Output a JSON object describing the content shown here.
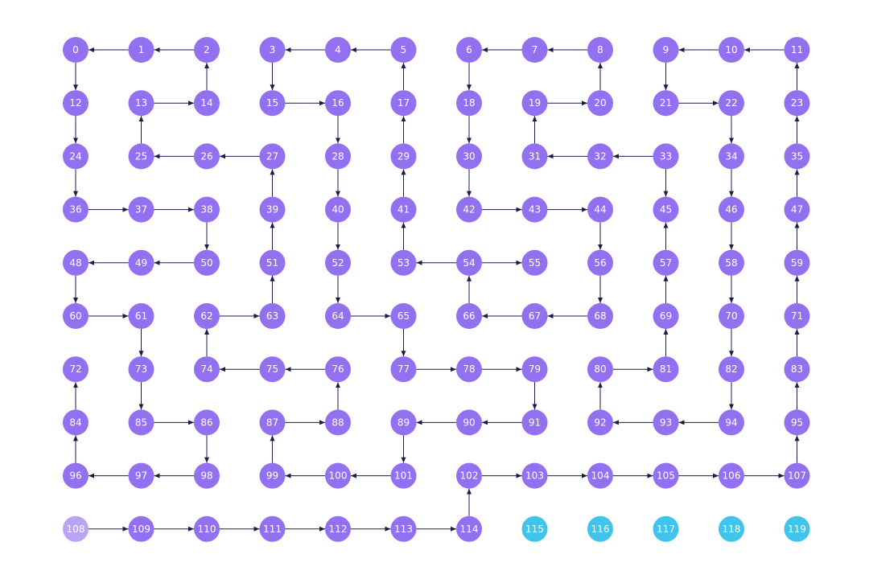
{
  "diagram": {
    "type": "directed-grid-graph",
    "grid": {
      "columns": 12,
      "rows": 10
    },
    "colors": {
      "node": "#9370f0",
      "node_highlight": "#b9a3f2",
      "node_secondary": "#40c4ec",
      "edge": "#1f1a4a",
      "label": "#ffffff",
      "background": "#ffffff"
    },
    "node_labels": [
      "0",
      "1",
      "2",
      "3",
      "4",
      "5",
      "6",
      "7",
      "8",
      "9",
      "10",
      "11",
      "12",
      "13",
      "14",
      "15",
      "16",
      "17",
      "18",
      "19",
      "20",
      "21",
      "22",
      "23",
      "24",
      "25",
      "26",
      "27",
      "28",
      "29",
      "30",
      "31",
      "32",
      "33",
      "34",
      "35",
      "36",
      "37",
      "38",
      "39",
      "40",
      "41",
      "42",
      "43",
      "44",
      "45",
      "46",
      "47",
      "48",
      "49",
      "50",
      "51",
      "52",
      "53",
      "54",
      "55",
      "56",
      "57",
      "58",
      "59",
      "60",
      "61",
      "62",
      "63",
      "64",
      "65",
      "66",
      "67",
      "68",
      "69",
      "70",
      "71",
      "72",
      "73",
      "74",
      "75",
      "76",
      "77",
      "78",
      "79",
      "80",
      "81",
      "82",
      "83",
      "84",
      "85",
      "86",
      "87",
      "88",
      "89",
      "90",
      "91",
      "92",
      "93",
      "94",
      "95",
      "96",
      "97",
      "98",
      "99",
      "100",
      "101",
      "102",
      "103",
      "104",
      "105",
      "106",
      "107",
      "108",
      "109",
      "110",
      "111",
      "112",
      "113",
      "114",
      "115",
      "116",
      "117",
      "118",
      "119"
    ],
    "highlight_nodes": [
      108
    ],
    "secondary_nodes": [
      115,
      116,
      117,
      118,
      119
    ],
    "edges": [
      [
        1,
        0
      ],
      [
        2,
        1
      ],
      [
        4,
        3
      ],
      [
        5,
        4
      ],
      [
        7,
        6
      ],
      [
        8,
        7
      ],
      [
        10,
        9
      ],
      [
        11,
        10
      ],
      [
        0,
        12
      ],
      [
        14,
        2
      ],
      [
        3,
        15
      ],
      [
        17,
        5
      ],
      [
        6,
        18
      ],
      [
        20,
        8
      ],
      [
        9,
        21
      ],
      [
        23,
        11
      ],
      [
        13,
        14
      ],
      [
        15,
        16
      ],
      [
        19,
        20
      ],
      [
        21,
        22
      ],
      [
        12,
        24
      ],
      [
        25,
        13
      ],
      [
        16,
        28
      ],
      [
        29,
        17
      ],
      [
        18,
        30
      ],
      [
        31,
        19
      ],
      [
        33,
        45
      ],
      [
        22,
        34
      ],
      [
        35,
        23
      ],
      [
        26,
        25
      ],
      [
        27,
        26
      ],
      [
        32,
        31
      ],
      [
        33,
        32
      ],
      [
        24,
        36
      ],
      [
        39,
        27
      ],
      [
        28,
        40
      ],
      [
        41,
        29
      ],
      [
        30,
        42
      ],
      [
        34,
        46
      ],
      [
        47,
        35
      ],
      [
        36,
        37
      ],
      [
        37,
        38
      ],
      [
        42,
        43
      ],
      [
        43,
        44
      ],
      [
        38,
        50
      ],
      [
        51,
        39
      ],
      [
        40,
        52
      ],
      [
        53,
        41
      ],
      [
        44,
        56
      ],
      [
        57,
        45
      ],
      [
        46,
        58
      ],
      [
        59,
        47
      ],
      [
        49,
        48
      ],
      [
        50,
        49
      ],
      [
        54,
        53
      ],
      [
        54,
        55
      ],
      [
        48,
        60
      ],
      [
        63,
        51
      ],
      [
        52,
        64
      ],
      [
        66,
        54
      ],
      [
        56,
        68
      ],
      [
        69,
        57
      ],
      [
        58,
        70
      ],
      [
        71,
        59
      ],
      [
        60,
        61
      ],
      [
        62,
        63
      ],
      [
        64,
        65
      ],
      [
        67,
        66
      ],
      [
        68,
        67
      ],
      [
        61,
        73
      ],
      [
        74,
        62
      ],
      [
        65,
        77
      ],
      [
        81,
        69
      ],
      [
        70,
        82
      ],
      [
        83,
        71
      ],
      [
        76,
        75
      ],
      [
        75,
        74
      ],
      [
        77,
        78
      ],
      [
        78,
        79
      ],
      [
        80,
        81
      ],
      [
        96,
        84
      ],
      [
        84,
        72
      ],
      [
        73,
        85
      ],
      [
        88,
        76
      ],
      [
        79,
        91
      ],
      [
        92,
        80
      ],
      [
        82,
        94
      ],
      [
        95,
        83
      ],
      [
        85,
        86
      ],
      [
        87,
        88
      ],
      [
        90,
        89
      ],
      [
        91,
        90
      ],
      [
        93,
        92
      ],
      [
        94,
        93
      ],
      [
        86,
        98
      ],
      [
        99,
        87
      ],
      [
        89,
        101
      ],
      [
        107,
        95
      ],
      [
        97,
        96
      ],
      [
        98,
        97
      ],
      [
        100,
        99
      ],
      [
        101,
        100
      ],
      [
        102,
        103
      ],
      [
        103,
        104
      ],
      [
        104,
        105
      ],
      [
        105,
        106
      ],
      [
        106,
        107
      ],
      [
        114,
        102
      ],
      [
        108,
        109
      ],
      [
        109,
        110
      ],
      [
        110,
        111
      ],
      [
        111,
        112
      ],
      [
        112,
        113
      ],
      [
        113,
        114
      ]
    ]
  }
}
